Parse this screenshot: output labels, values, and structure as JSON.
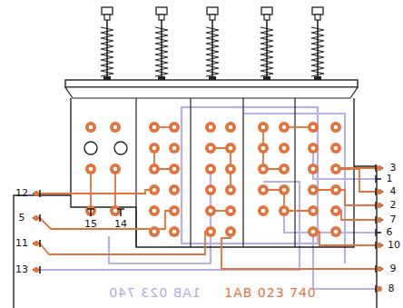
{
  "diagram": {
    "labels": [
      "3",
      "1",
      "4",
      "2",
      "7",
      "6",
      "10",
      "9",
      "8",
      "12",
      "5",
      "11",
      "13",
      "15",
      "14",
      "1AB 023 740",
      "1AB 023 740"
    ]
  }
}
